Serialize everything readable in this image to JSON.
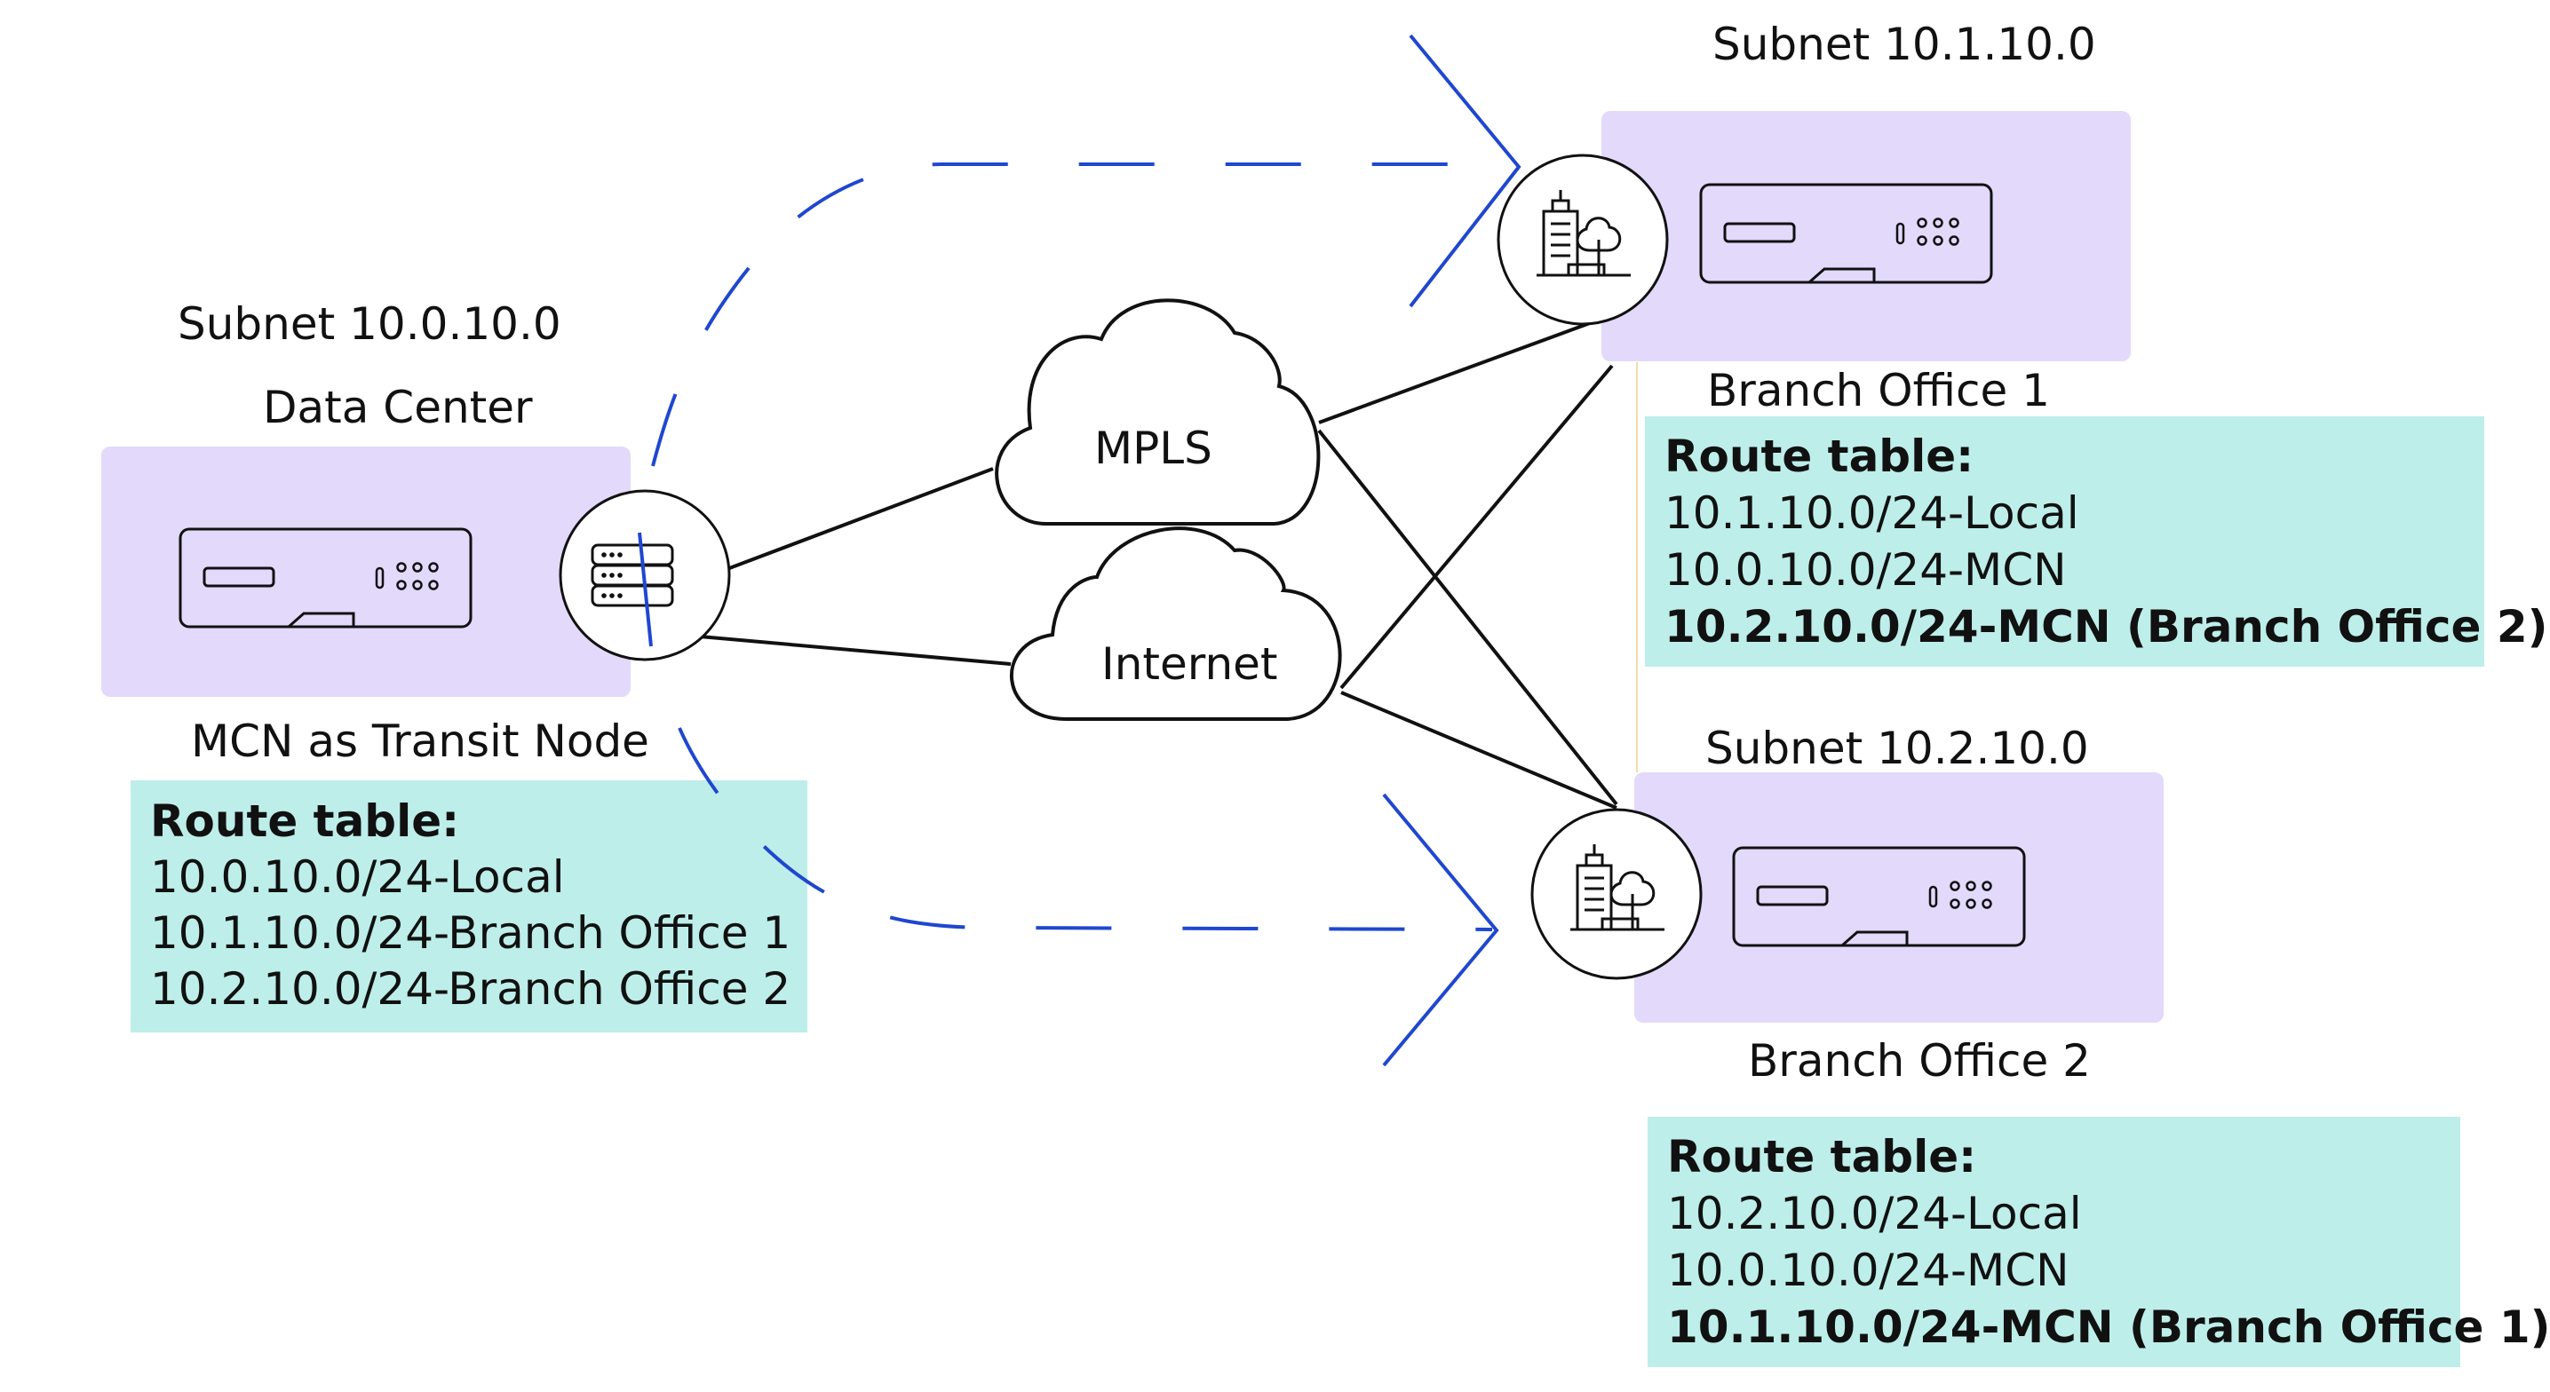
{
  "datacenter": {
    "subnet": "Subnet 10.0.10.0",
    "name": "Data Center",
    "role": "MCN as Transit Node",
    "route_table": {
      "title": "Route table:",
      "rows": [
        "10.0.10.0/24-Local",
        "10.1.10.0/24-Branch Office 1",
        "10.2.10.0/24-Branch Office 2"
      ]
    }
  },
  "networks": {
    "mpls": "MPLS",
    "internet": "Internet"
  },
  "branch1": {
    "subnet": "Subnet 10.1.10.0",
    "name": "Branch Office 1",
    "route_table": {
      "title": "Route table:",
      "rows": [
        "10.1.10.0/24-Local",
        "10.0.10.0/24-MCN",
        "10.2.10.0/24-MCN (Branch Office 2)"
      ]
    }
  },
  "branch2": {
    "subnet": "Subnet 10.2.10.0",
    "name": "Branch Office 2",
    "route_table": {
      "title": "Route table:",
      "rows": [
        "10.2.10.0/24-Local",
        "10.0.10.0/24-MCN",
        "10.1.10.0/24-MCN (Branch Office 1)"
      ]
    }
  },
  "colors": {
    "zone": "#e2d9fb",
    "route_table": "#bdeeea",
    "path": "#1f47cf",
    "link": "#111111"
  },
  "icons": [
    "appliance-icon",
    "server-stack-icon",
    "branch-building-icon",
    "cloud-icon"
  ]
}
